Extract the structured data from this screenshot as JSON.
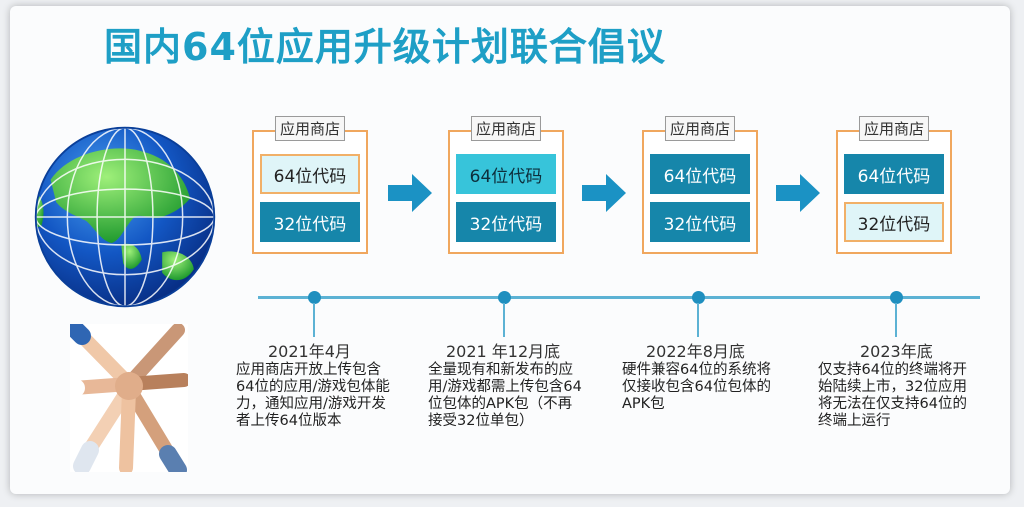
{
  "title": "国内64位应用升级计划联合倡议",
  "store_label": "应用商店",
  "code_64": "64位代码",
  "code_32": "32位代码",
  "stages": [
    {
      "date": "2021年4月",
      "description": "应用商店开放上传包含64位的应用/游戏包体能力，通知应用/游戏开发者上传64位版本"
    },
    {
      "date": "2021 年12月底",
      "description": "全量现有和新发布的应用/游戏都需上传包含64位包体的APK包（不再接受32位单包）"
    },
    {
      "date": "2022年8月底",
      "description": "硬件兼容64位的系统将仅接收包含64位包体的APK包"
    },
    {
      "date": "2023年底",
      "description": "仅支持64位的终端将开始陆续上市，32位应用将无法在仅支持64位的终端上运行"
    }
  ],
  "colors": {
    "title": "#1e9fc6",
    "dark_block": "#1686aa",
    "light_block": "#dff5f8",
    "cyan_block": "#37c4da",
    "border": "#f0a75e",
    "arrow": "#1b92c4"
  },
  "icons": [
    "globe-icon",
    "hands-together-photo",
    "arrow-right-icon"
  ]
}
